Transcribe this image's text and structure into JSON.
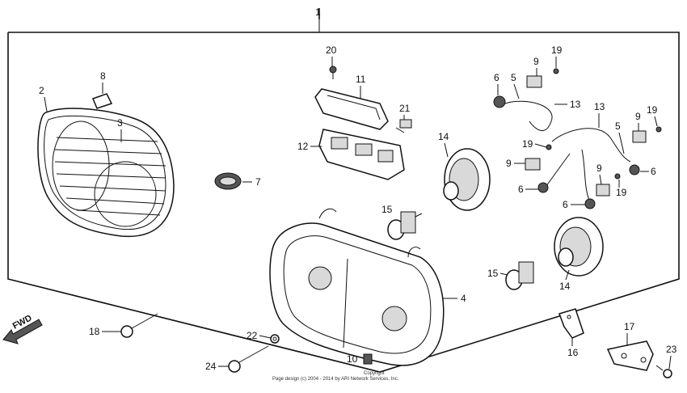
{
  "diagram": {
    "assembly_number": "1",
    "direction_label": "FWD",
    "callouts": [
      "2",
      "3",
      "4",
      "5",
      "5",
      "6",
      "6",
      "6",
      "6",
      "7",
      "8",
      "9",
      "9",
      "9",
      "9",
      "10",
      "11",
      "12",
      "13",
      "13",
      "14",
      "14",
      "15",
      "15",
      "16",
      "17",
      "18",
      "19",
      "19",
      "19",
      "19",
      "20",
      "21",
      "22",
      "23",
      "24"
    ],
    "copyright_line1": "Copyright",
    "copyright_line2": "Page design (c) 2004 - 2014 by ARI Network Services, Inc."
  }
}
